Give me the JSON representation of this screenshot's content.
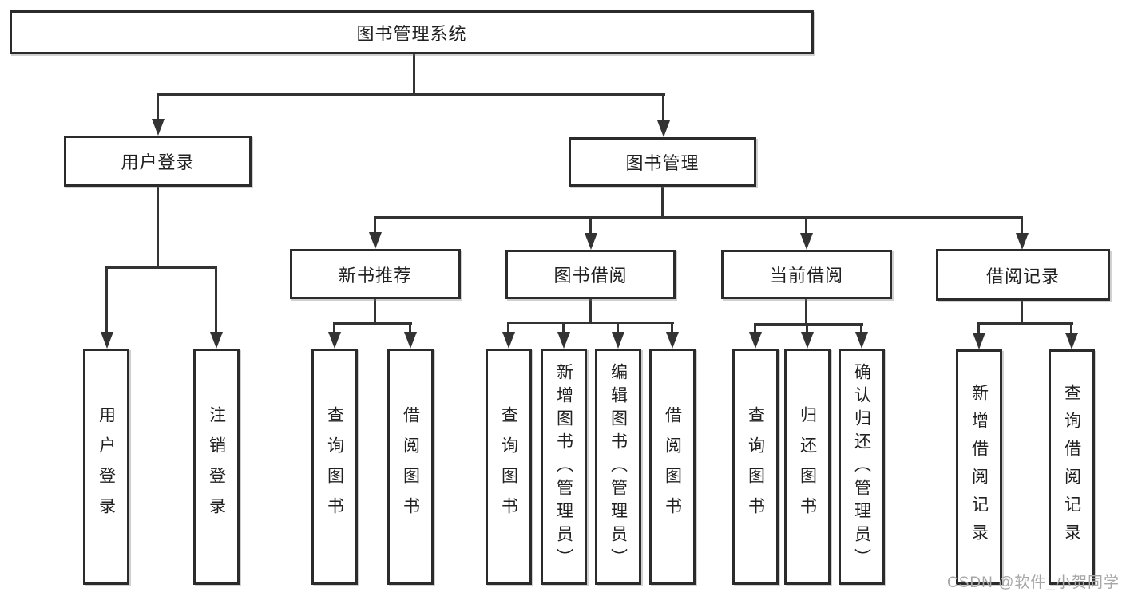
{
  "colors": {
    "background": "#ffffff",
    "line": "#333333",
    "box_border": "#2b2b2b",
    "text": "#212121",
    "watermark": "#a6a6a6"
  },
  "nodes": {
    "root": "图书管理系统",
    "user_login": "用户登录",
    "book_mgmt": "图书管理",
    "new_book_rec": "新书推荐",
    "book_borrow": "图书借阅",
    "current_borrow": "当前借阅",
    "borrow_records": "借阅记录",
    "leaf_login": "用户登录",
    "leaf_logout": "注销登录",
    "leaf_rec_query": "查询图书",
    "leaf_rec_borrow": "借阅图书",
    "leaf_bb_query": "查询图书",
    "leaf_bb_add": "新增图书（管理员）",
    "leaf_bb_edit": "编辑图书（管理员）",
    "leaf_bb_borrow": "借阅图书",
    "leaf_cb_query": "查询图书",
    "leaf_cb_return": "归还图书",
    "leaf_cb_confirm": "确认归还（管理员）",
    "leaf_br_add": "新增借阅记录",
    "leaf_br_query": "查询借阅记录"
  },
  "watermark": "CSDN @软件_小贺同学"
}
